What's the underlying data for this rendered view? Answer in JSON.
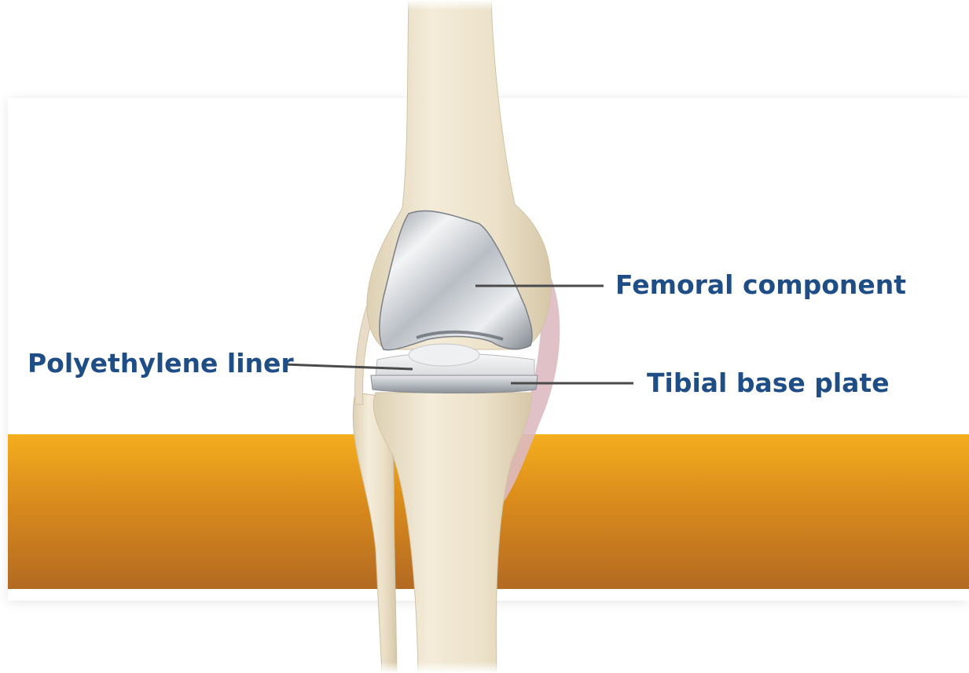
{
  "labels": {
    "femoral_component": "Femoral component",
    "polyethylene_liner": "Polyethylene liner",
    "tibial_base_plate": "Tibial base plate"
  },
  "colors": {
    "label_text": "#1f4e87",
    "leader_line": "#4a4a4a",
    "band_top": "#f4ae1e",
    "band_bottom": "#b36a22",
    "bone": "#eee4cf",
    "metal": "#c9ccd0",
    "ligament": "#d8b4bc"
  }
}
